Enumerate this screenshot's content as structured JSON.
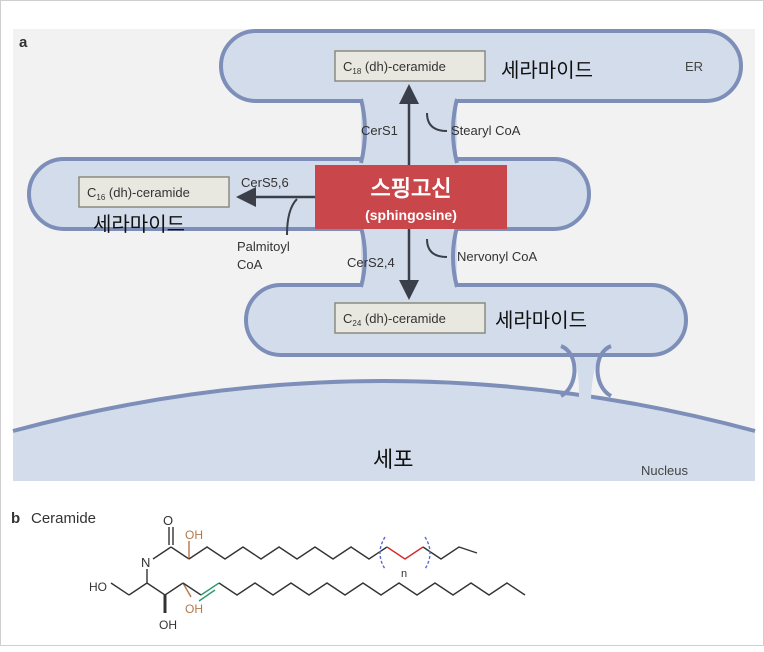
{
  "panel_a": {
    "label": "a",
    "er_label": "ER",
    "nucleus_label": "Nucleus",
    "cell_label_kr": "세포",
    "ceramide_kr": "세라마이드",
    "c18": {
      "prefix": "C",
      "sub": "18",
      "suffix": " (dh)-ceramide"
    },
    "c16": {
      "prefix": "C",
      "sub": "16",
      "suffix": " (dh)-ceramide"
    },
    "c24": {
      "prefix": "C",
      "sub": "24",
      "suffix": " (dh)-ceramide"
    },
    "cers1": "CerS1",
    "cers56": "CerS5,6",
    "cers24": "CerS2,4",
    "stearyl": "Stearyl CoA",
    "palmitoyl_line1": "Palmitoyl",
    "palmitoyl_line2": "CoA",
    "nervonyl": "Nervonyl CoA",
    "sphingosine_kr": "스핑고신",
    "sphingosine_en": "(sphingosine)",
    "colors": {
      "membrane_fill": "#d3dcea",
      "membrane_stroke": "#7d8fb8",
      "banner": "#c9474a",
      "arrow": "#3a3f4a"
    }
  },
  "panel_b": {
    "label": "b",
    "title": "Ceramide",
    "atom_O": "O",
    "atom_N": "N",
    "atom_HO": "HO",
    "atom_OH_top": "OH",
    "atom_OH_mid": "OH",
    "atom_OH_bottom": "OH",
    "repeat_n": "n",
    "colors": {
      "hydroxyl": "#b4784a",
      "repeat": "#d62a2a",
      "double_bond": "#2e9a6a",
      "bracket": "#5a6ad0"
    }
  }
}
